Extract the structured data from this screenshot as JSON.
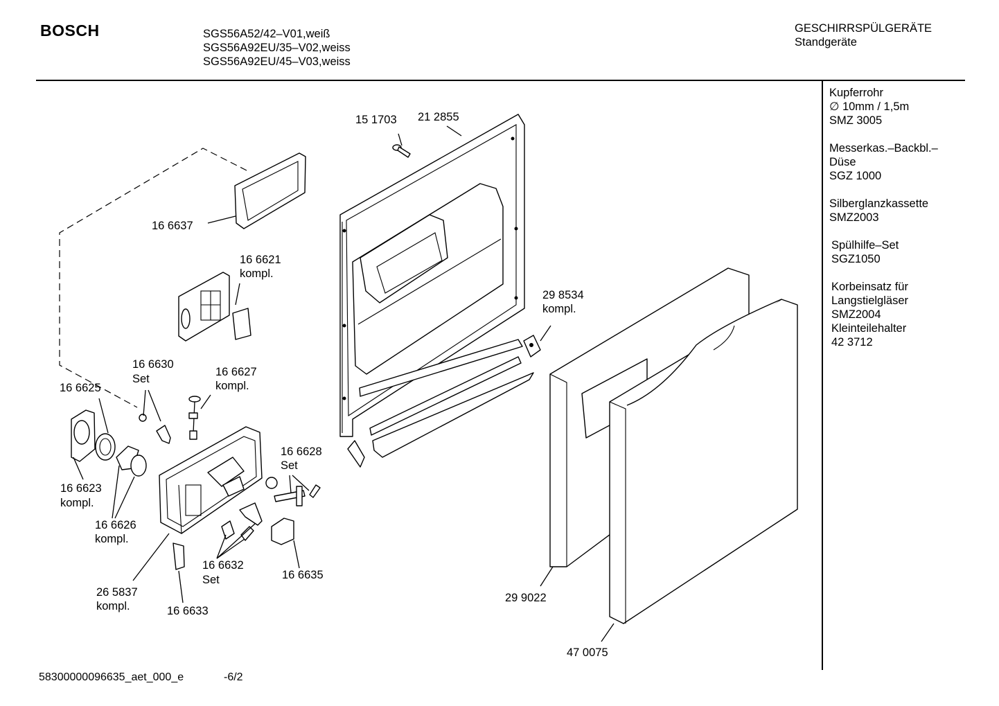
{
  "header": {
    "brand": "BOSCH",
    "models": [
      "SGS56A52/42–V01,weiß",
      "SGS56A92EU/35–V02,weiss",
      "SGS56A92EU/45–V03,weiss"
    ],
    "category": "GESCHIRRSPÜLGERÄTE",
    "subcategory": "Standgeräte"
  },
  "accessories": [
    [
      "Kupferrohr",
      "∅ 10mm / 1,5m",
      "SMZ 3005"
    ],
    [
      "Messerkas.–Backbl.–",
      "Düse",
      "SGZ 1000"
    ],
    [
      "Silberglanzkassette",
      "SMZ2003"
    ],
    [
      "Spülhilfe–Set",
      "SGZ1050"
    ],
    [
      "Korbeinsatz für",
      "Langstielgläser",
      "SMZ2004",
      "Kleinteilehalter",
      "42 3712"
    ]
  ],
  "parts": {
    "p151703": [
      "15 1703"
    ],
    "p212855": [
      "21 2855"
    ],
    "p166637": [
      "16 6637"
    ],
    "p166621": [
      "16 6621",
      "kompl."
    ],
    "p298534": [
      "29 8534",
      "kompl."
    ],
    "p166630": [
      "16 6630",
      "Set"
    ],
    "p166627": [
      "16 6627",
      "kompl."
    ],
    "p166625": [
      "16 6625"
    ],
    "p166623": [
      "16 6623",
      "kompl."
    ],
    "p166626": [
      "16 6626",
      "kompl."
    ],
    "p166628": [
      "16 6628",
      "Set"
    ],
    "p166632": [
      "16 6632",
      "Set"
    ],
    "p166635": [
      "16 6635"
    ],
    "p265837": [
      "26 5837",
      "kompl."
    ],
    "p166633": [
      "16 6633"
    ],
    "p299022": [
      "29 9022"
    ],
    "p470075": [
      "47 0075"
    ]
  },
  "footer": {
    "code": "58300000096635_aet_000_e",
    "page": "-6/2"
  }
}
